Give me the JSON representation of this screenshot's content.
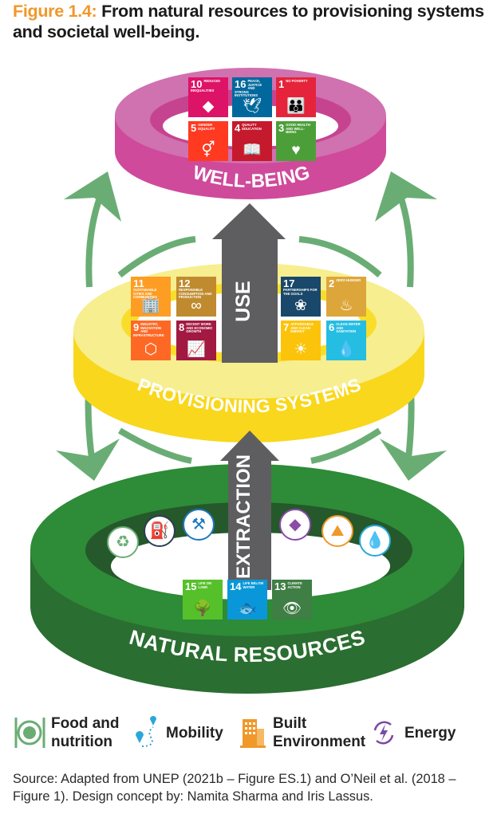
{
  "title": {
    "figure_label": "Figure 1.4:",
    "text": "From natural resources to provisioning systems and societal well-being."
  },
  "colors": {
    "figure_label": "#f0982a",
    "wellbeing_ring": "#cf4a9b",
    "provisioning_ring": "#f9dd2b",
    "natural_ring": "#2e8b37",
    "cycle_arrows": "#6aad74",
    "flow_arrows": "#5e5e60"
  },
  "rings": {
    "wellbeing": {
      "label": "WELL-BEING"
    },
    "provisioning": {
      "label": "PROVISIONING SYSTEMS"
    },
    "natural": {
      "label": "NATURAL RESOURCES"
    }
  },
  "flows": {
    "use": "USE",
    "extraction": "EXTRACTION"
  },
  "sdg_wellbeing": [
    {
      "num": "10",
      "label": "Reduced inequalities",
      "color": "#dd1367",
      "icon": "◆"
    },
    {
      "num": "16",
      "label": "Peace, justice and strong institutions",
      "color": "#00689d",
      "icon": "🕊"
    },
    {
      "num": "1",
      "label": "No poverty",
      "color": "#e5243b",
      "icon": "👪"
    },
    {
      "num": "5",
      "label": "Gender equality",
      "color": "#ff3a21",
      "icon": "⚥"
    },
    {
      "num": "4",
      "label": "Quality education",
      "color": "#c5192d",
      "icon": "📖"
    },
    {
      "num": "3",
      "label": "Good health and well-being",
      "color": "#4c9f38",
      "icon": "♥"
    }
  ],
  "sdg_provisioning": [
    {
      "num": "11",
      "label": "Sustainable cities and communities",
      "color": "#fd9d24",
      "icon": "🏢"
    },
    {
      "num": "12",
      "label": "Responsible consumption and production",
      "color": "#bf8b2e",
      "icon": "∞"
    },
    {
      "num": "9",
      "label": "Industry, innovation and infrastructure",
      "color": "#fd6925",
      "icon": "⬡"
    },
    {
      "num": "8",
      "label": "Decent work and economic growth",
      "color": "#a21942",
      "icon": "📈"
    },
    {
      "num": "17",
      "label": "Partnerships for the goals",
      "color": "#19486a",
      "icon": "❀"
    },
    {
      "num": "2",
      "label": "Zero hunger",
      "color": "#dda63a",
      "icon": "♨"
    },
    {
      "num": "7",
      "label": "Affordable and clean energy",
      "color": "#fcc30b",
      "icon": "☀"
    },
    {
      "num": "6",
      "label": "Clean water and sanitation",
      "color": "#26bde2",
      "icon": "💧"
    }
  ],
  "sdg_natural": [
    {
      "num": "15",
      "label": "Life on land",
      "color": "#56c02b",
      "icon": "🌳"
    },
    {
      "num": "14",
      "label": "Life below water",
      "color": "#0a97d9",
      "icon": "🐟"
    },
    {
      "num": "13",
      "label": "Climate action",
      "color": "#3f7e44",
      "icon": "👁"
    }
  ],
  "resource_icons": [
    {
      "name": "biomass-icon",
      "glyph": "♻",
      "color": "#6aad74"
    },
    {
      "name": "fossil-fuels-icon",
      "glyph": "⛽",
      "color": "#2d3e50"
    },
    {
      "name": "metals-icon",
      "glyph": "⚒",
      "color": "#1f77c0"
    },
    {
      "name": "minerals-icon",
      "glyph": "◆",
      "color": "#8a4ca8"
    },
    {
      "name": "land-icon",
      "glyph": "⛰",
      "color": "#f0982a"
    },
    {
      "name": "water-icon",
      "glyph": "💧",
      "color": "#28a8d8"
    }
  ],
  "legend": [
    {
      "name": "food-and-nutrition",
      "label": "Food and nutrition",
      "icon": "food-icon",
      "color": "#6aad74"
    },
    {
      "name": "mobility",
      "label": "Mobility",
      "icon": "mobility-icon",
      "color": "#28a8d8"
    },
    {
      "name": "built-environment",
      "label": "Built Environment",
      "icon": "building-icon",
      "color": "#f0982a"
    },
    {
      "name": "energy",
      "label": "Energy",
      "icon": "energy-icon",
      "color": "#7b4aa3"
    }
  ],
  "source": "Source: Adapted from UNEP (2021b – Figure ES.1) and O’Neil et al. (2018 – Figure 1). Design concept by: Namita Sharma and Iris Lassus."
}
